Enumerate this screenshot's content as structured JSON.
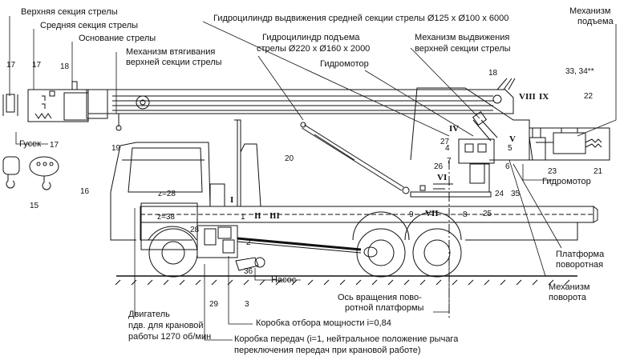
{
  "labels": {
    "upper_boom": "Верхняя секция стрелы",
    "middle_boom": "Средняя секция стрелы",
    "boom_base": "Основание стрелы",
    "retract_mech_1": "Механизм втягивания",
    "retract_mech_2": "верхней секции стрелы",
    "ext_cylinder": "Гидроцилиндр выдвижения средней секции стрелы Ø125 х Ø100 х 6000",
    "lift_cylinder_1": "Гидроцилиндр подъема",
    "lift_cylinder_2": "стрелы Ø220 х Ø160 х 2000",
    "ext_mech_1": "Механизм выдвижения",
    "ext_mech_2": "верхней секции стрелы",
    "hoist_mech_1": "Механизм",
    "hoist_mech_2": "подъема",
    "hydromotor_top": "Гидромотор",
    "hydromotor_right": "Гидромотор",
    "jib": "Гусек",
    "platform_1": "Платформа",
    "platform_2": "поворотная",
    "slew_mech_1": "Механизм",
    "slew_mech_2": "поворота",
    "pump": "Насос",
    "rot_axis_1": "Ось вращения пово-",
    "rot_axis_2": "ротной платформы",
    "pto": "Коробка отбора мощности i=0,84",
    "engine_1": "Двигатель",
    "engine_2": "nдв. для крановой",
    "engine_3": "работы 1270 об/мин",
    "gearbox_1": "Коробка передач (i=1, нейтральное положение рычага",
    "gearbox_2": "переключения передач при крановой работе)"
  },
  "numbers": {
    "n17a": "17",
    "n17b": "17",
    "n17c": "17",
    "n18a": "18",
    "n18b": "18",
    "n19": "19",
    "n20": "20",
    "n15": "15",
    "n16": "16",
    "n33": "33, 34**",
    "n22": "22",
    "n27": "27",
    "n4": "4",
    "n5": "5",
    "n7": "7",
    "n6": "6",
    "n26": "26",
    "n24": "24",
    "n35": "35",
    "n23": "23",
    "n21": "21",
    "n9": "9",
    "n8": "8",
    "n25": "25",
    "z28": "z=28",
    "z38": "z=38",
    "n28": "28",
    "n1": "1",
    "n2": "2",
    "n36": "36",
    "n29": "29",
    "n3": "3"
  },
  "roman": {
    "r1": "I",
    "r2": "II",
    "r3": "III",
    "r4": "IV",
    "r5": "V",
    "r6": "VI",
    "r7": "VII",
    "r8": "VIII",
    "r9": "IX"
  }
}
